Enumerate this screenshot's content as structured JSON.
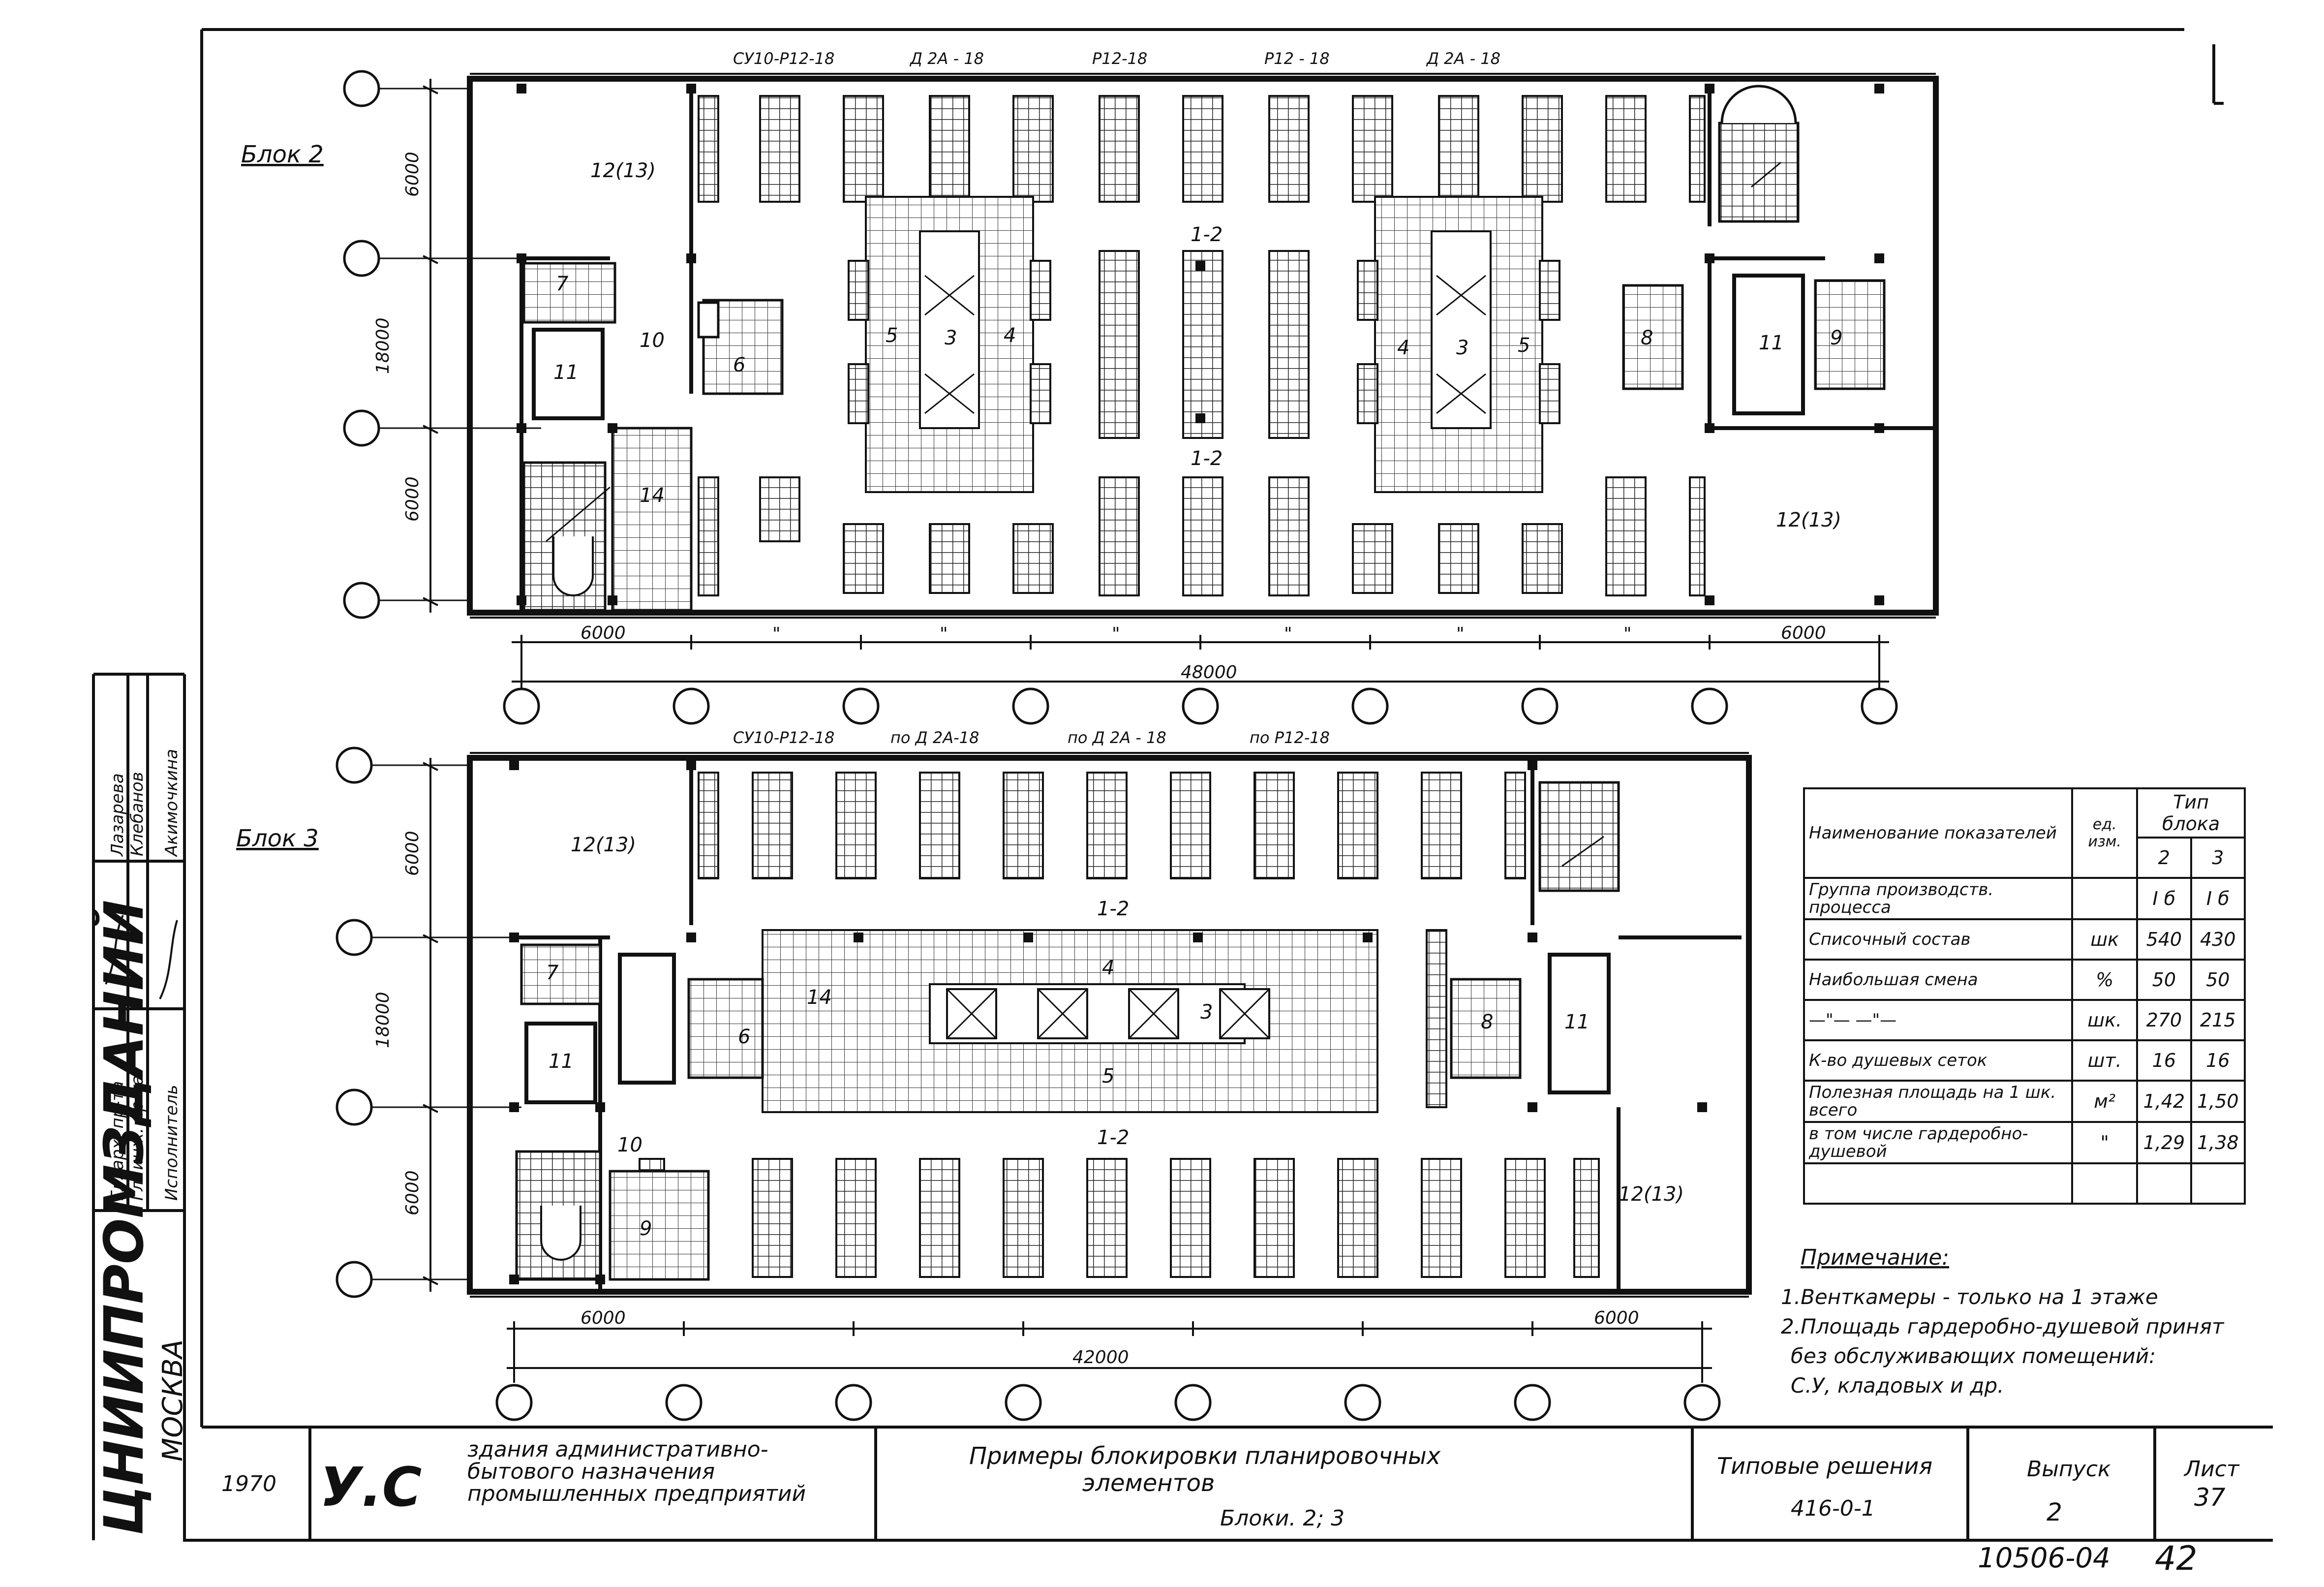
{
  "block2": {
    "label": "Блок 2",
    "openings": [
      "СУ10-Р12-18",
      "Д 2А - 18",
      "Р12-18",
      "Р12 - 18",
      "Д 2А - 18"
    ],
    "dims_vertical": [
      "6000",
      "18000",
      "6000"
    ],
    "dims_horizontal": [
      "6000",
      "48000",
      "6000"
    ],
    "ditto": [
      "\"",
      "\"",
      "\"",
      "\"",
      "\"",
      "\"",
      "\"",
      "\""
    ],
    "rooms": {
      "r12a": "12(13)",
      "r12b": "12(13)",
      "r7": "7",
      "r10": "10",
      "r11a": "11",
      "r11b": "11",
      "r6": "6",
      "r8": "8",
      "r9": "9",
      "r14": "14",
      "r3": "3",
      "r4": "4",
      "r5": "5",
      "r3b": "3",
      "r4b": "4",
      "r5b": "5",
      "sec1": "1-2",
      "sec2": "1-2"
    }
  },
  "block3": {
    "label": "Блок 3",
    "openings": [
      "СУ10-Р12-18",
      "по Д 2А-18",
      "по Д 2А - 18",
      "по Р12-18"
    ],
    "dims_vertical": [
      "6000",
      "18000",
      "6000"
    ],
    "dims_horizontal": [
      "6000",
      "42000",
      "6000"
    ],
    "rooms": {
      "r12a": "12(13)",
      "r12b": "12(13)",
      "r7": "7",
      "r11a": "11",
      "r11b": "11",
      "r10": "10",
      "r9": "9",
      "r6": "6",
      "r8": "8",
      "r14": "14",
      "r3": "3",
      "r4": "4",
      "r5": "5",
      "sec1": "1-2",
      "sec2": "1-2"
    }
  },
  "table": {
    "h_name": "Наименование показателей",
    "h_unit": "ед. изм.",
    "h_type": "Тип блока",
    "h_b2": "2",
    "h_b3": "3",
    "rows": [
      {
        "name": "Группа производств. процесса",
        "unit": "",
        "b2": "I б",
        "b3": "I б"
      },
      {
        "name": "Списочный состав",
        "unit": "шк",
        "b2": "540",
        "b3": "430"
      },
      {
        "name": "Наибольшая смена",
        "unit": "%",
        "b2": "50",
        "b3": "50"
      },
      {
        "name": "—\"— —\"—",
        "unit": "шк.",
        "b2": "270",
        "b3": "215"
      },
      {
        "name": "К-во душевых сеток",
        "unit": "шт.",
        "b2": "16",
        "b3": "16"
      },
      {
        "name": "Полезная площадь на 1 шк. всего",
        "unit": "м²",
        "b2": "1,42",
        "b3": "1,50"
      },
      {
        "name": "в том числе гардеробно-душевой",
        "unit": "\"",
        "b2": "1,29",
        "b3": "1,38"
      },
      {
        "name": "",
        "unit": "",
        "b2": "",
        "b3": ""
      }
    ]
  },
  "notes": {
    "title": "Примечание:",
    "line1": "1.Венткамеры - только на 1 этаже",
    "line2": "2.Площадь гардеробно-душевой принят",
    "line3": "без обслуживающих помещений:",
    "line4": "С.У, кладовых и др."
  },
  "stamp": {
    "org": "ЦНИИПРОМЗДАНИЙ",
    "city": "МОСКВА",
    "year": "1970",
    "logo": "У.С",
    "project": [
      "здания административно-",
      "бытового назначения",
      "промышленных предприятий"
    ],
    "sheet_title": [
      "Примеры блокировки планировочных",
      "элементов"
    ],
    "blocks": "Блоки. 2; 3",
    "series_label": "Типовые решения",
    "series": "416-0-1",
    "issue_label": "Выпуск",
    "issue": "2",
    "sheet_label": "Лист",
    "sheet": "37",
    "archive_no": "10506-04",
    "page_no": "42"
  },
  "signatures": {
    "r1_role": "Гл. арх. пр-та",
    "r2_role": "Гл. инж. пр-та",
    "r3_role": "Исполнитель",
    "r1_name": "Лазарева",
    "r2_name": "Клебанов",
    "r3_name": "Акимочкина"
  }
}
